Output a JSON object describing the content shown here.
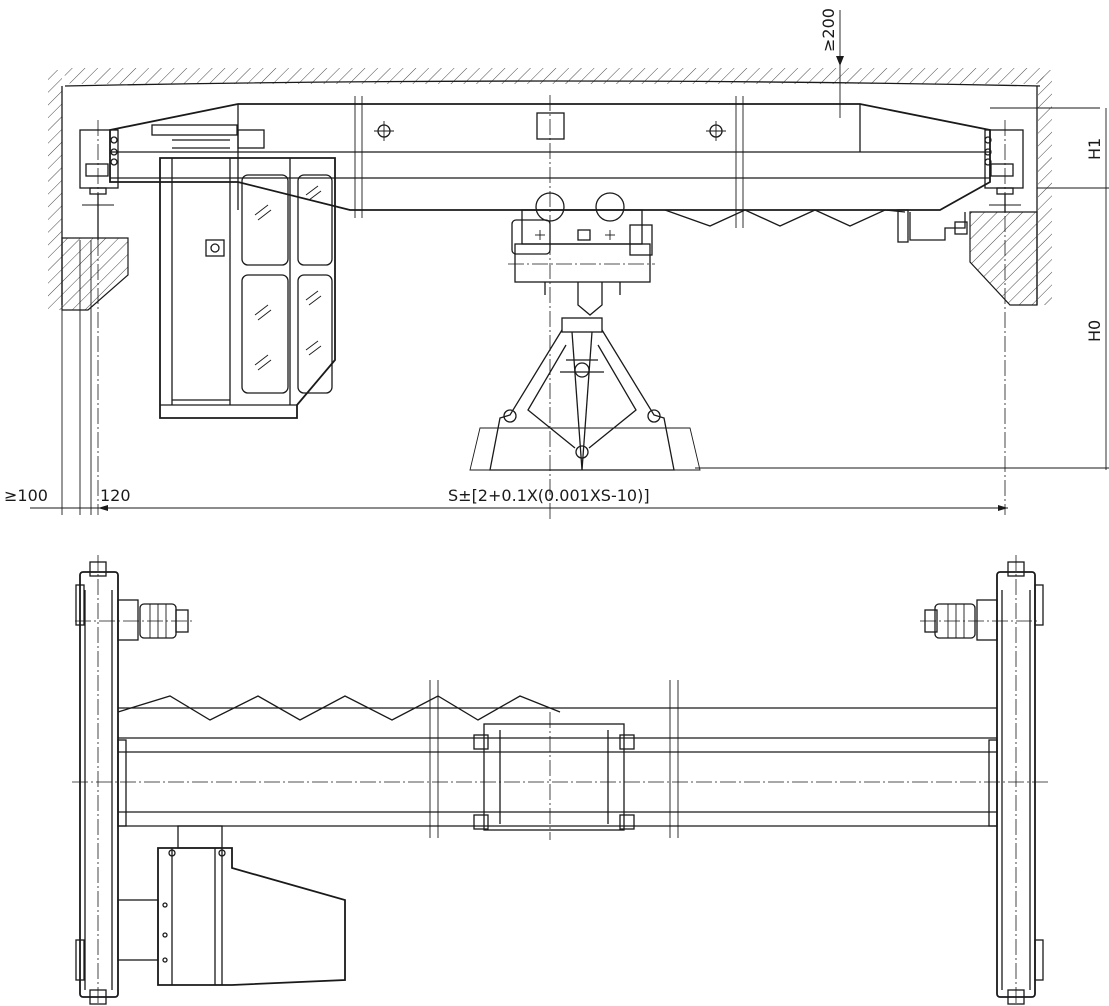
{
  "dimensions": {
    "top_clearance": "≥200",
    "h1": "H1",
    "h0": "H0",
    "wall_gap": "≥100",
    "rail_offset": "120",
    "span": "S±[2+0.1X(0.001XS-10)]"
  }
}
